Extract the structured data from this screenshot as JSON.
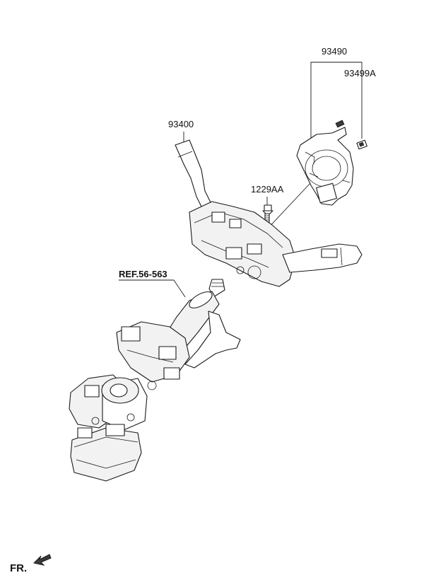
{
  "diagram": {
    "callouts": {
      "p93490": "93490",
      "p93499a": "93499A",
      "p93400": "93400",
      "p1229aa": "1229AA",
      "ref": "REF.56-563"
    },
    "direction_label": "FR.",
    "direction_icon": "arrow-icon"
  }
}
